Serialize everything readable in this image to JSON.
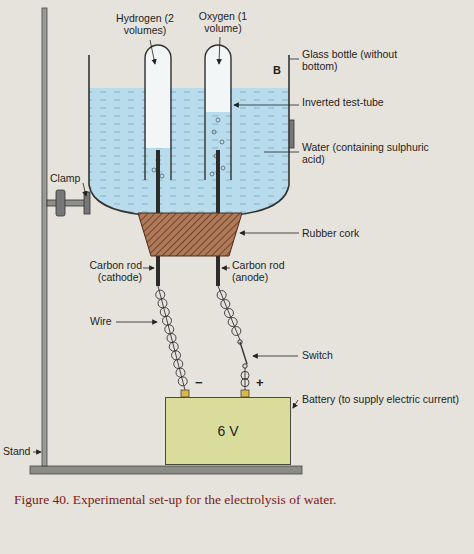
{
  "diagram": {
    "caption": "Figure 40. Experimental set-up for the electrolysis of water.",
    "nodes": [
      {
        "text": [
          "6 V"
        ]
      }
    ],
    "labels": [
      "Hydrogen (2 volumes)",
      "Oxygen (1 volume)",
      "Glass bottle (without bottom)",
      "B",
      "Inverted test-tube",
      "Clamp",
      "Water (containing sulphuric acid)",
      "Rubber cork",
      "Carbon rod (cathode)",
      "Carbon rod (anode)",
      "Wire",
      "Switch",
      "Battery (to supply electric current)",
      "Stand",
      "−",
      "+"
    ]
  }
}
